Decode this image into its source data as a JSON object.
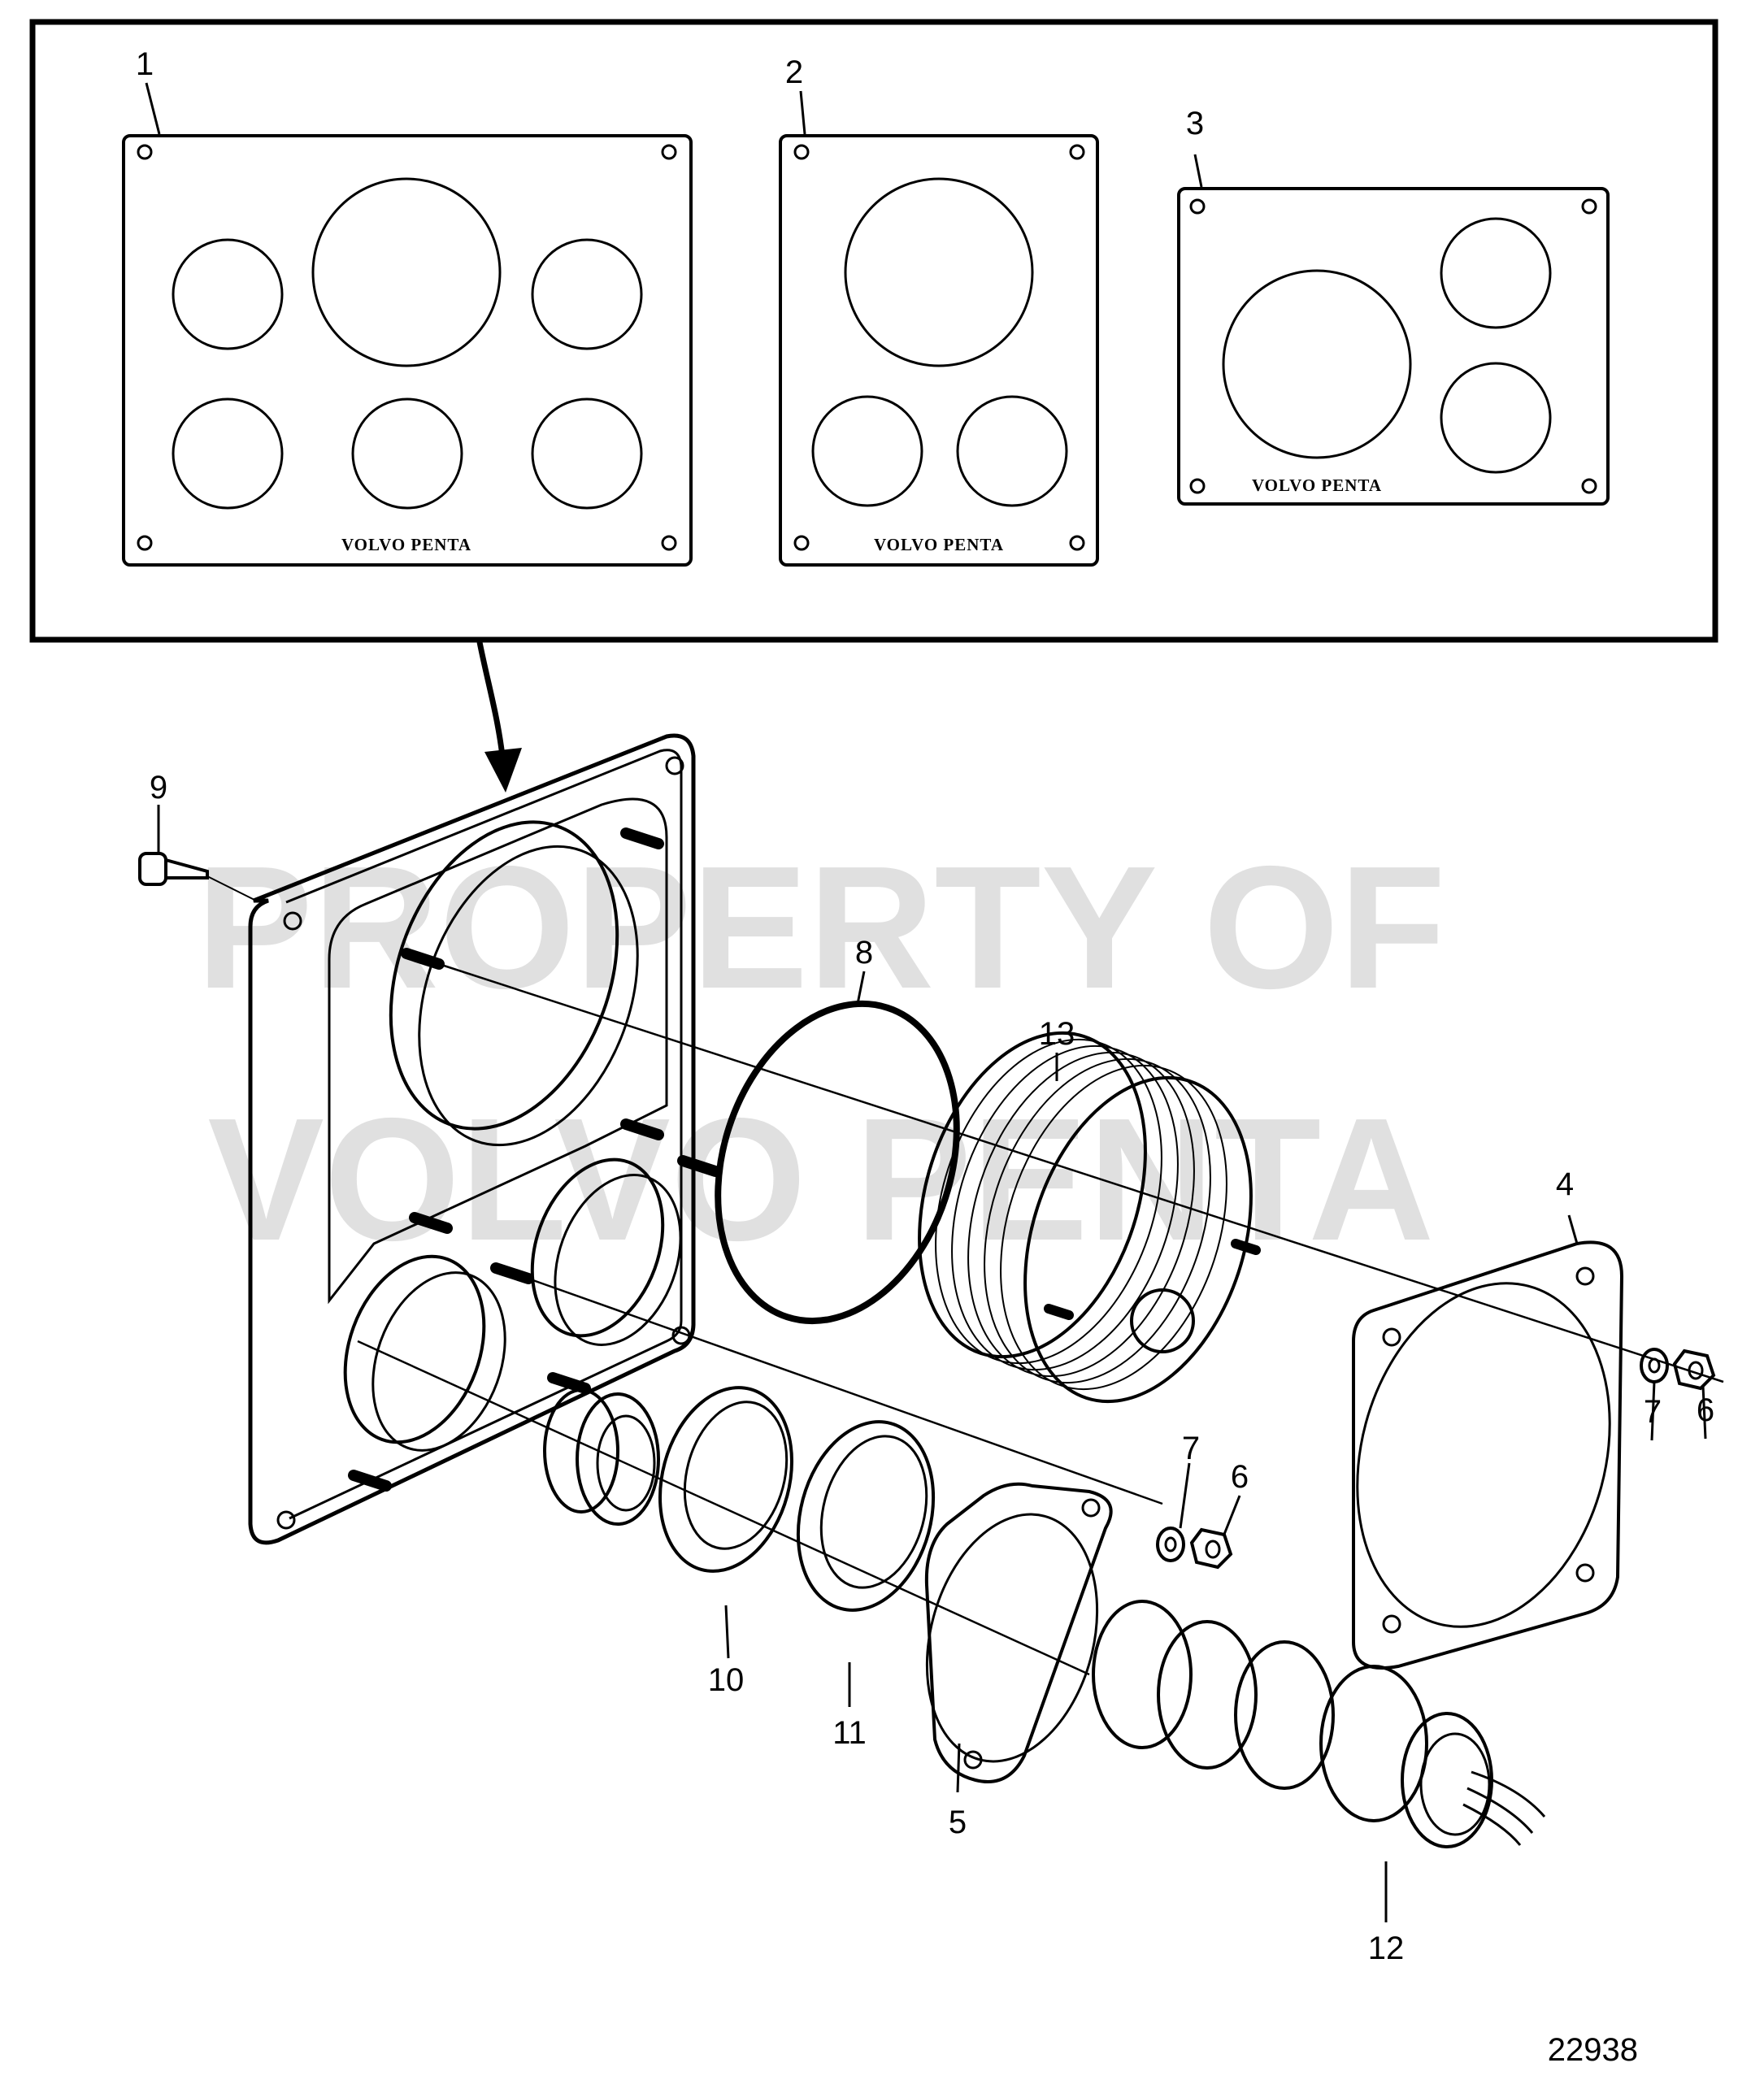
{
  "brand": "VOLVO PENTA",
  "watermark": {
    "line1": "PROPERTY OF",
    "line2": "VOLVO PENTA"
  },
  "figure_number": "22938",
  "callouts": {
    "1": "1",
    "2": "2",
    "3": "3",
    "4": "4",
    "5": "5",
    "6": "6",
    "7": "7",
    "8": "8",
    "9": "9",
    "10": "10",
    "11": "11",
    "12": "12",
    "13": "13"
  },
  "colors": {
    "line": "#000000",
    "background": "#ffffff",
    "watermark": "#c8c8c8"
  }
}
